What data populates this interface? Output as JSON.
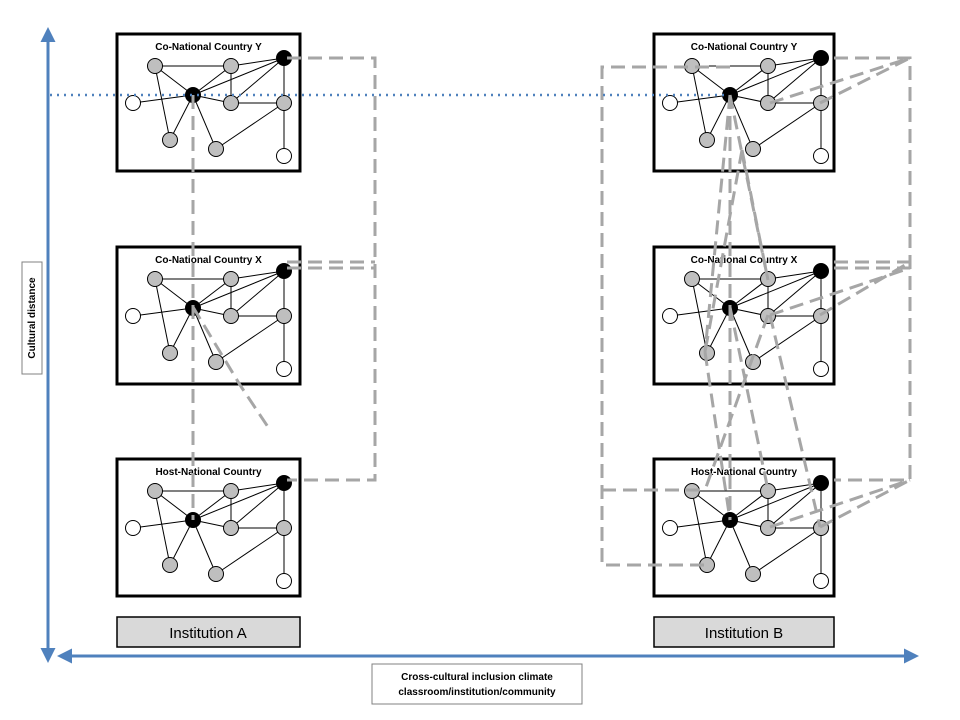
{
  "networks": [
    {
      "title": "Co-National Country Y"
    },
    {
      "title": "Co-National Country X"
    },
    {
      "title": "Host-National Country"
    },
    {
      "title": "Co-National Country Y"
    },
    {
      "title": "Co-National Country X"
    },
    {
      "title": "Host-National Country"
    }
  ],
  "institutions": {
    "a": "Institution A",
    "b": "Institution B"
  },
  "axes": {
    "vertical": "Cultural distance",
    "horizontal_line1": "Cross-cultural inclusion climate",
    "horizontal_line2": "classroom/institution/community"
  },
  "colors": {
    "axis": "#4f81bd",
    "dashed": "#a6a6a6",
    "node_gray": "#bfbfbf",
    "node_black": "#000000",
    "node_white": "#ffffff",
    "label_box": "#d9d9d9"
  }
}
